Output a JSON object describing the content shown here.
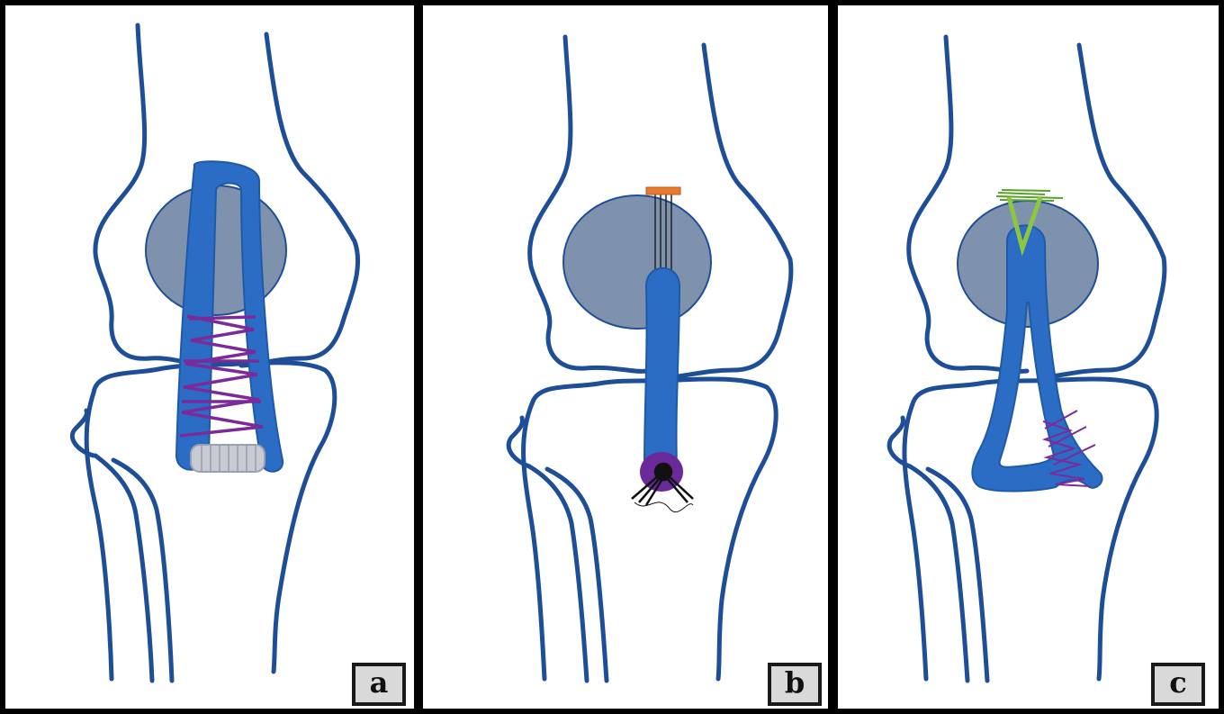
{
  "panels": [
    {
      "id": "a",
      "label": "a"
    },
    {
      "id": "b",
      "label": "b"
    },
    {
      "id": "c",
      "label": "c"
    }
  ],
  "colors": {
    "background": "#000000",
    "panel_background": "#ffffff",
    "bone_outline": "#1f4e99",
    "patella_fill": "#7f92ad",
    "graft": "#2b6cc4",
    "suture_purple": "#7b2a9a",
    "screw": "#c8cbd4",
    "button_orange": "#e87a2e",
    "staple_green": "#8dc63f",
    "label_bg": "#d9d9d9"
  },
  "icons": {
    "panel_a_fixation": "interference-screw-icon",
    "panel_b_fixation": "suture-button-icon",
    "panel_c_fixation": "staple-icon"
  }
}
